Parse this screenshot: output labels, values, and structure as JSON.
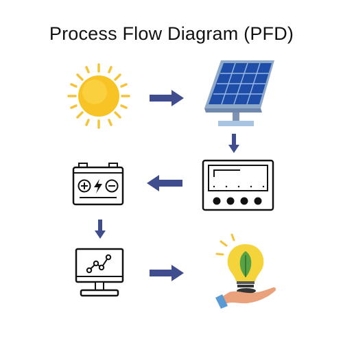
{
  "diagram": {
    "title": "Process Flow Diagram (PFD)",
    "colors": {
      "arrow": "#3f4d8f",
      "sun": "#f7c325",
      "sun_rays": "#f5c33b",
      "panel_cells": "#1f4ea8",
      "panel_frame": "#6f87ad",
      "outline": "#111111",
      "bulb": "#f5d33a",
      "leaf": "#57a244",
      "hand": "#e9a27c"
    },
    "nodes": [
      {
        "id": "sun",
        "icon": "sun-icon"
      },
      {
        "id": "panel",
        "icon": "solar-panel-icon"
      },
      {
        "id": "controller",
        "icon": "charge-controller-icon"
      },
      {
        "id": "battery",
        "icon": "battery-icon"
      },
      {
        "id": "monitor",
        "icon": "monitor-chart-icon"
      },
      {
        "id": "bulb",
        "icon": "eco-lightbulb-icon"
      }
    ],
    "flow": [
      [
        "sun",
        "panel"
      ],
      [
        "panel",
        "controller"
      ],
      [
        "controller",
        "battery"
      ],
      [
        "battery",
        "monitor"
      ],
      [
        "monitor",
        "bulb"
      ]
    ]
  }
}
